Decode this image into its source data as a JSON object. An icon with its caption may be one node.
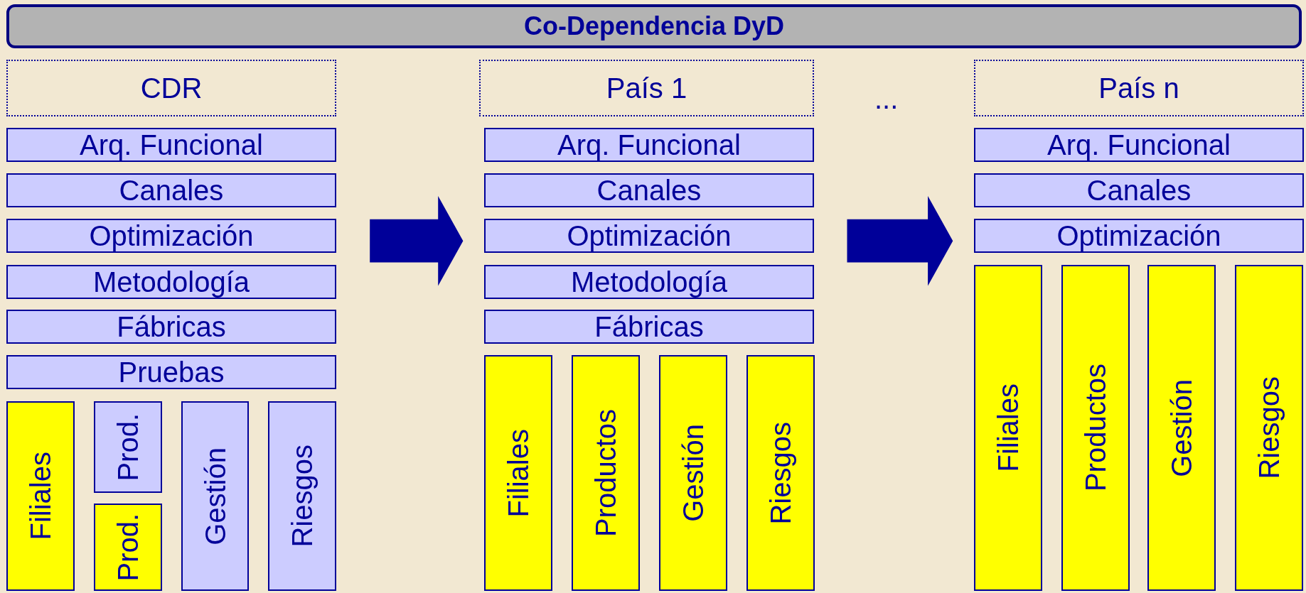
{
  "diagram": {
    "title": "Co-Dependencia DyD",
    "nodes": [
      {
        "text": [
          "CDR"
        ]
      },
      {
        "text": [
          "Arq. Funcional"
        ]
      },
      {
        "text": [
          "Canales"
        ]
      },
      {
        "text": [
          "Optimización"
        ]
      },
      {
        "text": [
          "Metodología"
        ]
      },
      {
        "text": [
          "Fábricas"
        ]
      },
      {
        "text": [
          "Pruebas"
        ]
      },
      {
        "text": [
          "Filiales"
        ]
      },
      {
        "text": [
          "Prod."
        ]
      },
      {
        "text": [
          "Prod."
        ]
      },
      {
        "text": [
          "Gestión"
        ]
      },
      {
        "text": [
          "Riesgos"
        ]
      },
      {
        "text": [
          "País 1"
        ]
      },
      {
        "text": [
          "Arq. Funcional"
        ]
      },
      {
        "text": [
          "Canales"
        ]
      },
      {
        "text": [
          "Optimización"
        ]
      },
      {
        "text": [
          "Metodología"
        ]
      },
      {
        "text": [
          "Fábricas"
        ]
      },
      {
        "text": [
          "Filiales"
        ]
      },
      {
        "text": [
          "Productos"
        ]
      },
      {
        "text": [
          "Gestión"
        ]
      },
      {
        "text": [
          "Riesgos"
        ]
      },
      {
        "text": [
          "País n"
        ]
      },
      {
        "text": [
          "Arq. Funcional"
        ]
      },
      {
        "text": [
          "Canales"
        ]
      },
      {
        "text": [
          "Optimización"
        ]
      },
      {
        "text": [
          "Filiales"
        ]
      },
      {
        "text": [
          "Productos"
        ]
      },
      {
        "text": [
          "Gestión"
        ]
      },
      {
        "text": [
          "Riesgos"
        ]
      }
    ],
    "edges": [
      {
        "from": 3,
        "to": 15,
        "arrow": "to"
      },
      {
        "from": 15,
        "to": 25,
        "arrow": "to"
      }
    ],
    "labels": [
      "..."
    ]
  }
}
